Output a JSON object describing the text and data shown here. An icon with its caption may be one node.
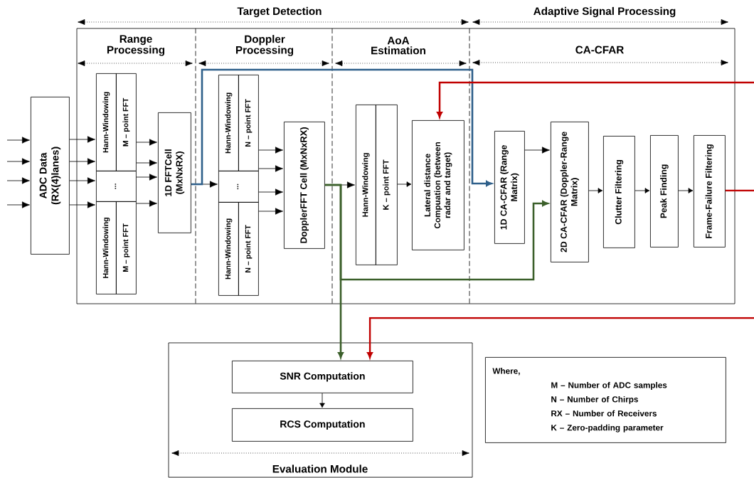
{
  "diagram": {
    "nodes": [
      {
        "text": [
          "ADC Data (RX(4)lanes)"
        ]
      },
      {
        "text": [
          "Target Detection"
        ]
      },
      {
        "text": [
          "Range Processing"
        ]
      },
      {
        "text": [
          "Doppler Processing"
        ]
      },
      {
        "text": [
          "AoA Estimation"
        ]
      },
      {
        "text": [
          "Adaptive Signal Processing"
        ]
      },
      {
        "text": [
          "CA-CFAR"
        ]
      },
      {
        "text": [
          "Hann-Windowing"
        ],
        "in": 2
      },
      {
        "text": [
          "M – point FFT"
        ],
        "in": 2
      },
      {
        "text": [
          "..."
        ],
        "in": 2
      },
      {
        "text": [
          "Hann-Windowing"
        ],
        "in": 2
      },
      {
        "text": [
          "M – point FFT"
        ],
        "in": 2
      },
      {
        "text": [
          "1D FFTCell (MxNxRX)"
        ],
        "in": 2
      },
      {
        "text": [
          "Hann-Windowing"
        ],
        "in": 3
      },
      {
        "text": [
          "N – point FFT"
        ],
        "in": 3
      },
      {
        "text": [
          "..."
        ],
        "in": 3
      },
      {
        "text": [
          "Hann-Windowing"
        ],
        "in": 3
      },
      {
        "text": [
          "N – point FFT"
        ],
        "in": 3
      },
      {
        "text": [
          "DopplerFFT Cell (MxNxRX)"
        ],
        "in": 3
      },
      {
        "text": [
          "Hann-Windowing"
        ],
        "in": 4
      },
      {
        "text": [
          "K – point FFT"
        ],
        "in": 4
      },
      {
        "text": [
          "Lateral distance Compuation (between radar and target)"
        ],
        "in": 4
      },
      {
        "text": [
          "1D CA-CFAR (Range Matrix)"
        ],
        "in": 6
      },
      {
        "text": [
          "2D CA-CFAR (Doppler-Range Matrix)"
        ],
        "in": 6
      },
      {
        "text": [
          "Clutter Filtering"
        ],
        "in": 6
      },
      {
        "text": [
          "Peak Finding"
        ],
        "in": 6
      },
      {
        "text": [
          "Frame-Failure Filtering"
        ],
        "in": 6
      },
      {
        "text": [
          "Evaluation Module"
        ]
      },
      {
        "text": [
          "SNR Computation"
        ],
        "in": 27
      },
      {
        "text": [
          "RCS Computation"
        ],
        "in": 27
      },
      {
        "text": [
          "Where,",
          "M  – Number of ADC samples",
          "N   – Number of Chirps",
          "RX – Number of Receivers",
          "K   – Zero-padding parameter"
        ]
      }
    ],
    "edges": [
      {
        "from": null,
        "to": 0,
        "arrow": "to"
      },
      {
        "from": null,
        "to": 0,
        "arrow": "to"
      },
      {
        "from": null,
        "to": 0,
        "arrow": "to"
      },
      {
        "from": null,
        "to": 0,
        "arrow": "to"
      },
      {
        "from": 0,
        "to": 7,
        "arrow": "to"
      },
      {
        "from": 0,
        "to": 7,
        "arrow": "to"
      },
      {
        "from": 0,
        "to": 9,
        "arrow": "to"
      },
      {
        "from": 0,
        "to": 10,
        "arrow": "to"
      },
      {
        "from": 8,
        "to": 12,
        "arrow": "to"
      },
      {
        "from": 8,
        "to": 12,
        "arrow": "to"
      },
      {
        "from": 9,
        "to": 12,
        "arrow": "to"
      },
      {
        "from": 11,
        "to": 12,
        "arrow": "to"
      },
      {
        "from": 12,
        "to": 15,
        "arrow": "to"
      },
      {
        "from": 12,
        "to": 22,
        "arrow": "to",
        "style": "thick",
        "color": "#2e5f8a"
      },
      {
        "from": 14,
        "to": 18,
        "arrow": "to"
      },
      {
        "from": 14,
        "to": 18,
        "arrow": "to"
      },
      {
        "from": 15,
        "to": 18,
        "arrow": "to"
      },
      {
        "from": 17,
        "to": 18,
        "arrow": "to"
      },
      {
        "from": 18,
        "to": 19,
        "arrow": "to"
      },
      {
        "from": 18,
        "to": 23,
        "arrow": "to",
        "style": "thick",
        "color": "#3b5f2a"
      },
      {
        "from": 18,
        "to": 28,
        "arrow": "to",
        "style": "thick",
        "color": "#3b5f2a"
      },
      {
        "from": 20,
        "to": 21,
        "arrow": "to"
      },
      {
        "from": 22,
        "to": 23,
        "arrow": "to"
      },
      {
        "from": 23,
        "to": 24,
        "arrow": "to"
      },
      {
        "from": 24,
        "to": 25,
        "arrow": "to"
      },
      {
        "from": 25,
        "to": 26,
        "arrow": "to"
      },
      {
        "from": 26,
        "to": null,
        "arrow": "none",
        "style": "thick",
        "color": "#c00000"
      },
      {
        "from": null,
        "to": 21,
        "arrow": "to",
        "style": "thick",
        "color": "#c00000"
      },
      {
        "from": null,
        "to": 28,
        "arrow": "to",
        "style": "thick",
        "color": "#c00000"
      },
      {
        "from": 28,
        "to": 29,
        "arrow": "to"
      }
    ]
  }
}
